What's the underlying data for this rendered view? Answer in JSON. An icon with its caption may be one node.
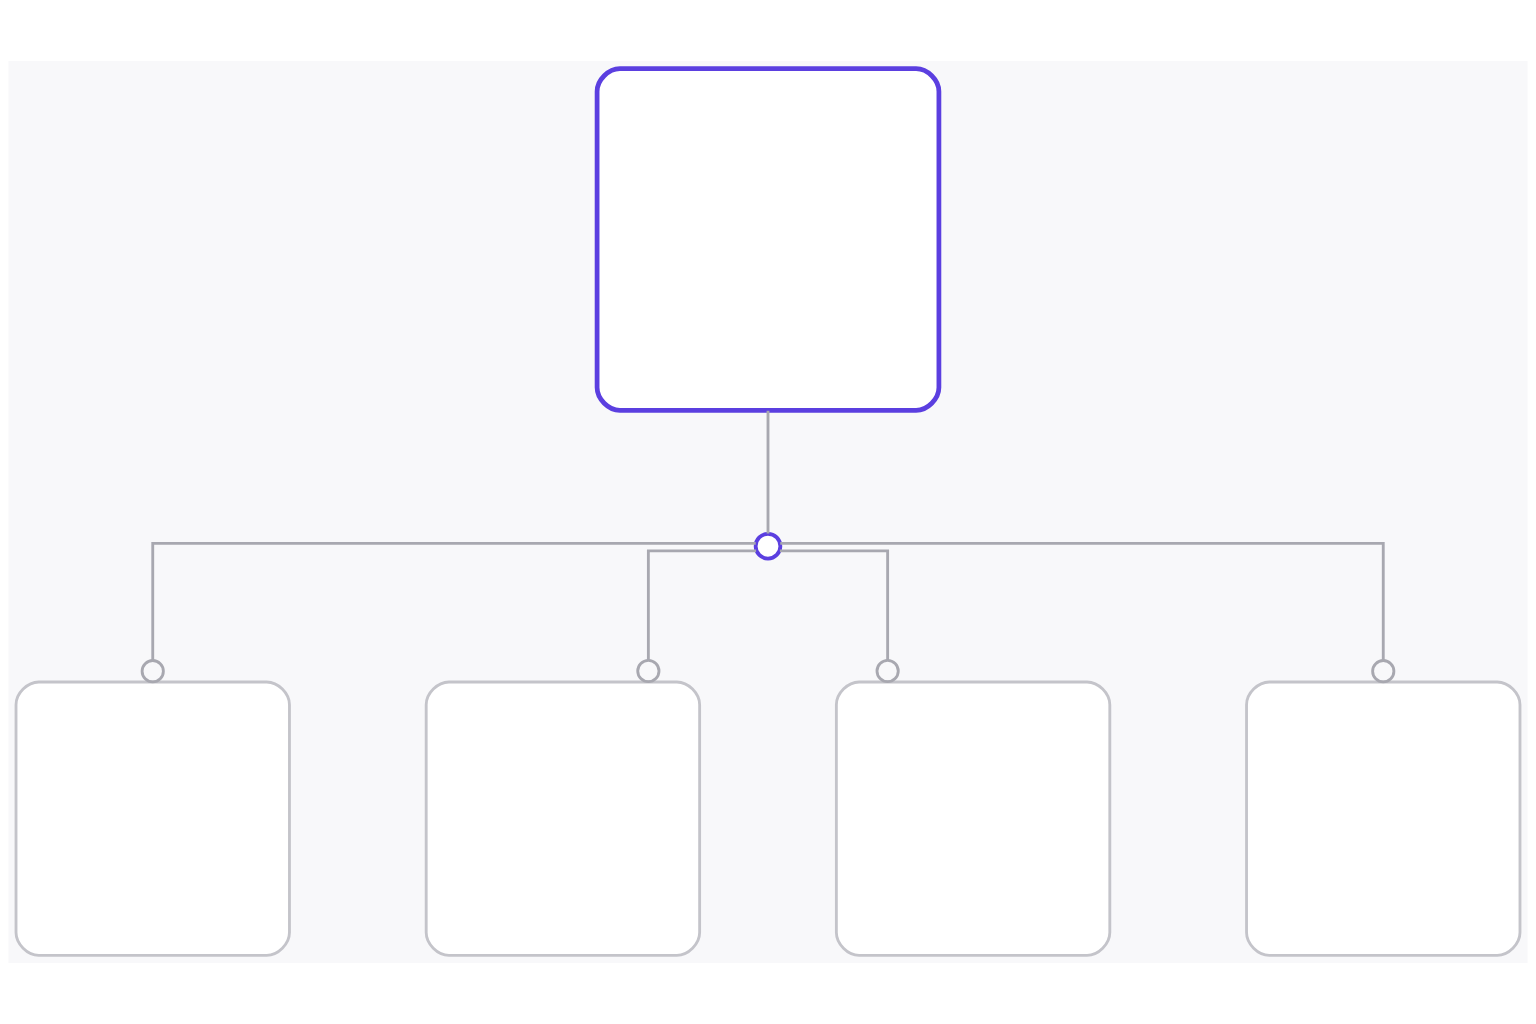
{
  "diagram": {
    "nodes": [
      {
        "text": [],
        "shape": "box"
      },
      {
        "text": [],
        "shape": "circle"
      },
      {
        "text": [],
        "shape": "box"
      },
      {
        "text": [],
        "shape": "box"
      },
      {
        "text": [],
        "shape": "box"
      },
      {
        "text": [],
        "shape": "box"
      }
    ],
    "edges": [
      {
        "from": 0,
        "to": 1,
        "arrow": "none"
      },
      {
        "from": 1,
        "to": 2,
        "arrow": "other"
      },
      {
        "from": 1,
        "to": 3,
        "arrow": "other"
      },
      {
        "from": 1,
        "to": 4,
        "arrow": "other"
      },
      {
        "from": 1,
        "to": 5,
        "arrow": "other"
      }
    ]
  }
}
